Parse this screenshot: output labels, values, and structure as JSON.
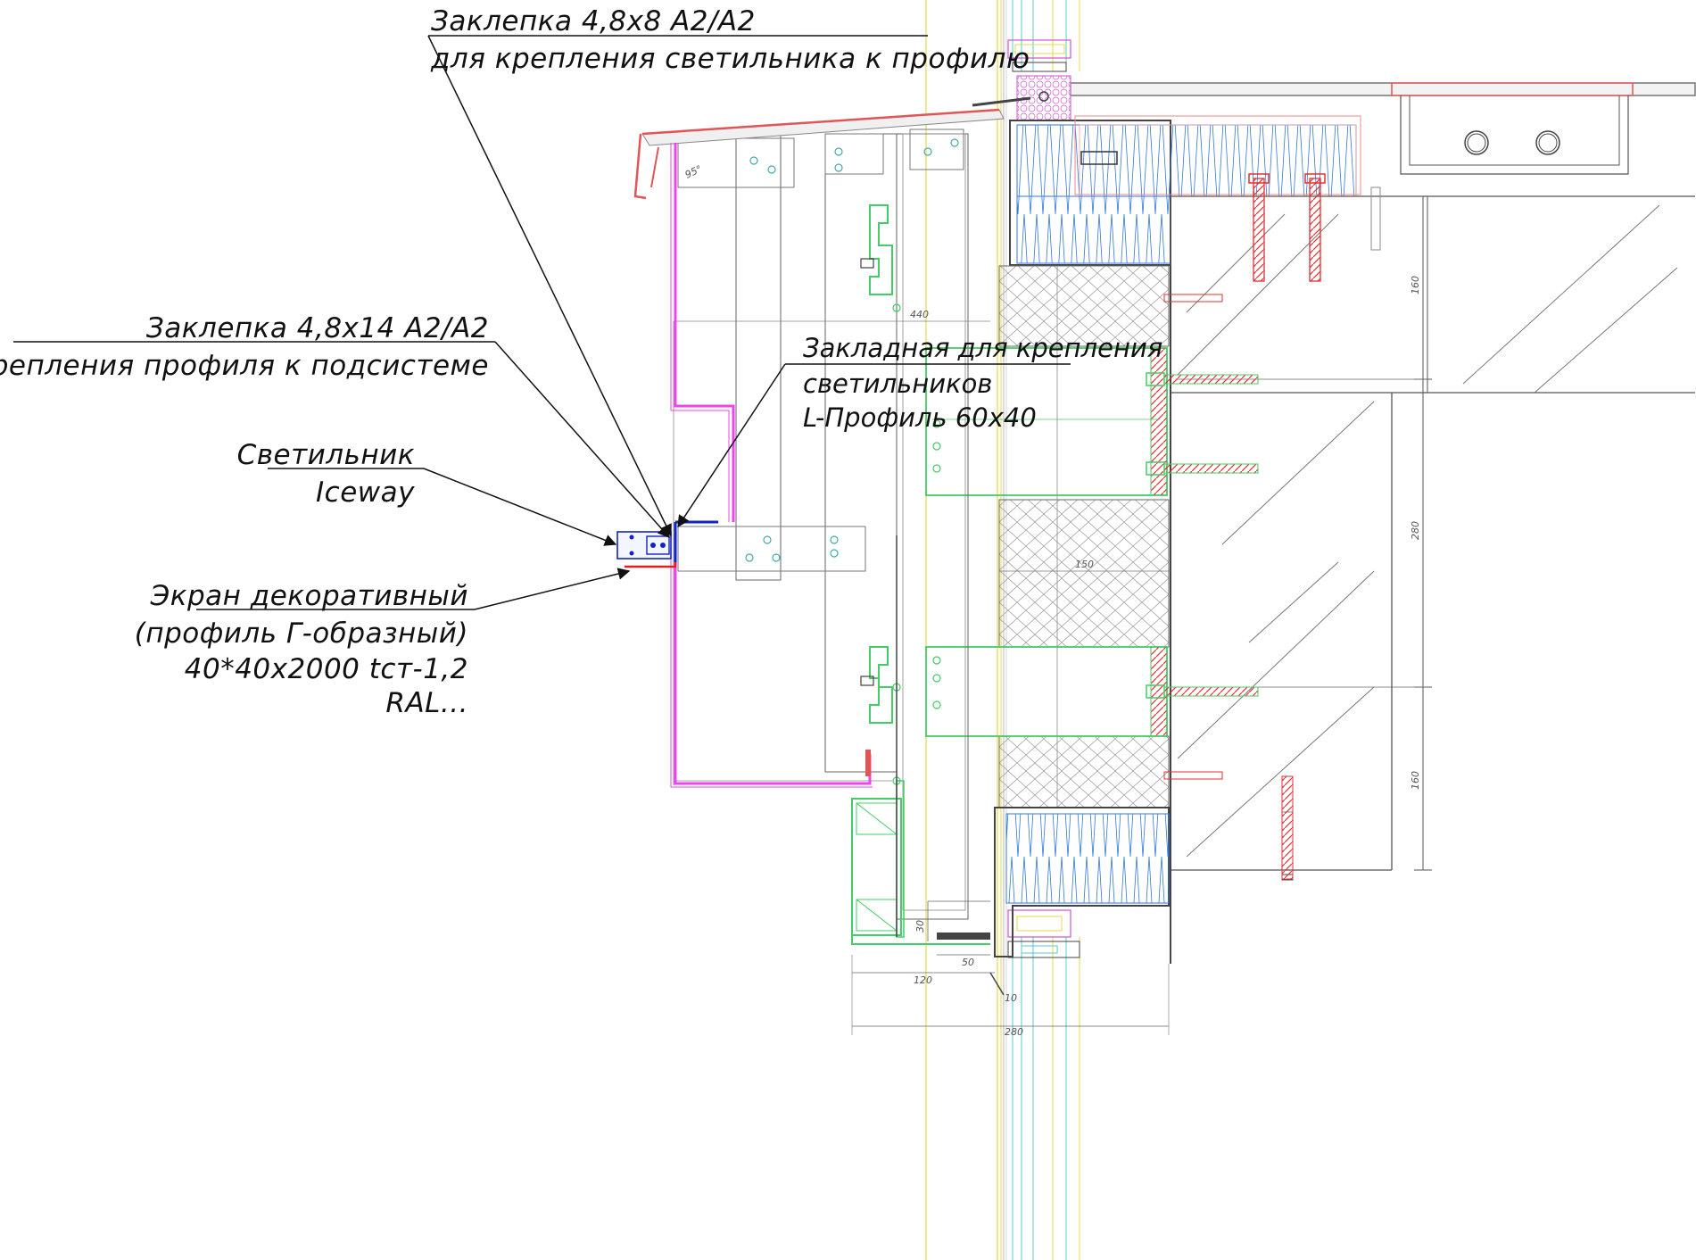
{
  "callouts": {
    "rivet_fixture": {
      "line1": "Заклепка 4,8х8 А2/А2",
      "line2": "для крепления светильника к профилю"
    },
    "rivet_profile": {
      "line1": "Заклепка 4,8х14 А2/А2",
      "line2": "для крепления профиля к подсистеме"
    },
    "embedded_part": {
      "line1": "Закладная для крепления",
      "line2": "светильников",
      "line3": "L-Профиль 60х40"
    },
    "luminaire": {
      "line1": "Светильник",
      "line2": "Iceway"
    },
    "screen": {
      "line1": "Экран декоративный",
      "line2": "(профиль Г-образный)",
      "line3": "40*40х2000 tст-1,2",
      "line4": "RAL..."
    }
  },
  "dimensions": {
    "d440": "440",
    "d150": "150",
    "d160_top": "160",
    "d280_right": "280",
    "d160_bottom": "160",
    "d30": "30",
    "d50": "50",
    "d120": "120",
    "d10": "10",
    "d280_bottom": "280",
    "angle": "95°"
  },
  "colors": {
    "profile_magenta": "#ee44ee",
    "bracket_green": "#44cc66",
    "anchor_red": "#dd3333",
    "insulation_blue": "#3377dd",
    "luminaire_blue": "#1122cc",
    "glass_yellow": "#e6d84a",
    "glass_cyan": "#55cccc",
    "drawing_gray": "#444444"
  }
}
